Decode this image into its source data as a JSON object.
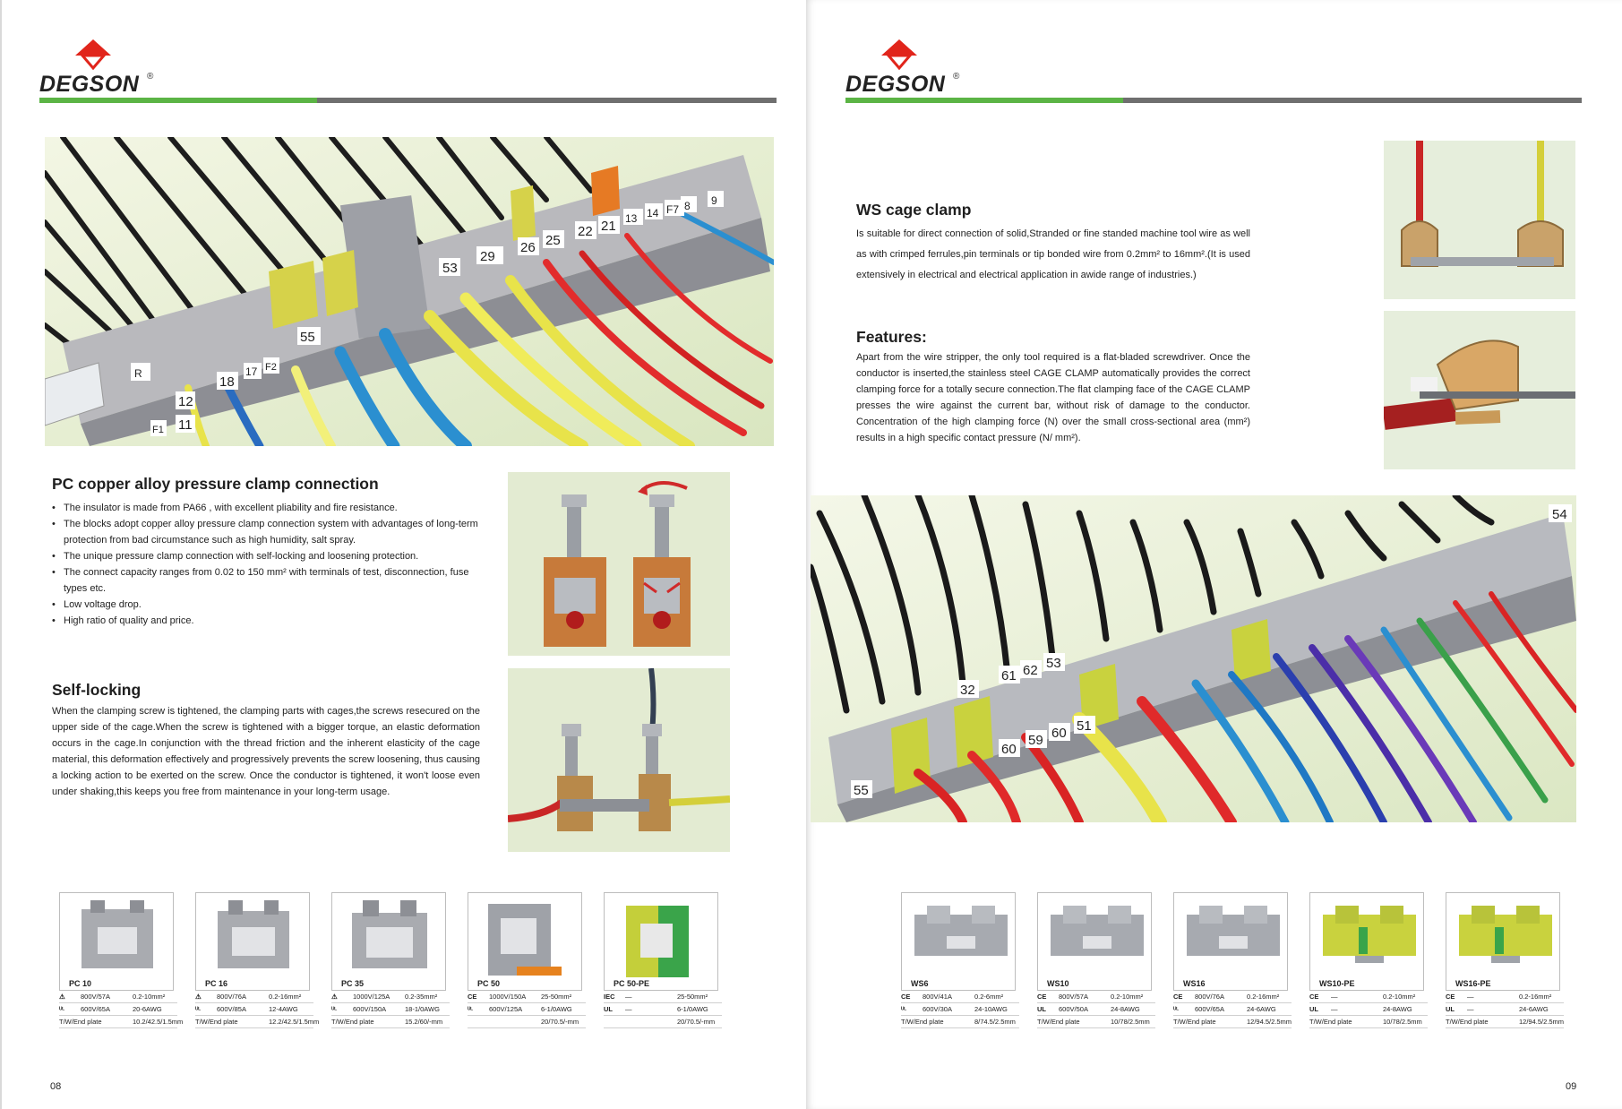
{
  "brand": {
    "name": "DEGSON",
    "reg": "®",
    "logo_red": "#e1251b"
  },
  "colors": {
    "green": "#5bb445",
    "gray": "#6f6f6f"
  },
  "left": {
    "pc_section": {
      "title": "PC copper alloy pressure clamp connection",
      "bullets": [
        "The insulator is made from PA66 , with excellent pliability and fire resistance.",
        "The blocks adopt copper alloy pressure clamp connection system with advantages of long-term protection from bad circumstance such as high humidity, salt spray.",
        "The unique pressure clamp connection with self-locking and loosening protection.",
        "The connect capacity ranges from 0.02 to 150 mm² with terminals of test, disconnection, fuse types etc.",
        "Low voltage drop.",
        "High ratio of quality and price."
      ]
    },
    "self_locking": {
      "title": "Self-locking",
      "text": "When the clamping screw is tightened, the clamping parts with cages,the screws resecured on the upper side of the cage.When the screw is tightened with a bigger torque, an elastic deformation occurs in the cage.In conjunction with the thread friction and the inherent elasticity of the cage material, this deformation effectively and progressively prevents the screw loosening, thus causing a locking action to be exerted on the screw. Once the conductor is tightened, it won't loose even under shaking,this keeps you free from maintenance in your long-term usage."
    },
    "photo_labels": [
      "53",
      "29",
      "26",
      "25",
      "22",
      "21",
      "13",
      "14",
      "F7",
      "8",
      "9",
      "55",
      "18",
      "17",
      "F2",
      "12",
      "11",
      "F1",
      "R"
    ],
    "products": [
      {
        "name": "PC 10",
        "specs": [
          [
            "",
            "800V/57A",
            "0.2-10mm²"
          ],
          [
            "",
            "600V/65A",
            "20-6AWG"
          ],
          [
            "T/W/End plate",
            "",
            "10.2/42.5/1.5mm"
          ]
        ]
      },
      {
        "name": "PC 16",
        "specs": [
          [
            "",
            "800V/76A",
            "0.2-16mm²"
          ],
          [
            "",
            "600V/85A",
            "12-4AWG"
          ],
          [
            "T/W/End plate",
            "",
            "12.2/42.5/1.5mm"
          ]
        ]
      },
      {
        "name": "PC 35",
        "specs": [
          [
            "",
            "1000V/125A",
            "0.2-35mm²"
          ],
          [
            "",
            "600V/150A",
            "18-1/0AWG"
          ],
          [
            "T/W/End plate",
            "",
            "15.2/60/-mm"
          ]
        ]
      },
      {
        "name": "PC 50",
        "specs": [
          [
            "CE",
            "1000V/150A",
            "25-50mm²"
          ],
          [
            "",
            "600V/125A",
            "6-1/0AWG"
          ],
          [
            "",
            "",
            "20/70.5/-mm"
          ]
        ]
      },
      {
        "name": "PC 50-PE",
        "specs": [
          [
            "IEC",
            "—",
            "25-50mm²"
          ],
          [
            "UL",
            "—",
            "6-1/0AWG"
          ],
          [
            "",
            "",
            "20/70.5/-mm"
          ]
        ]
      }
    ],
    "page_number": "08"
  },
  "right": {
    "ws_section": {
      "title": "WS cage clamp",
      "text": "Is suitable for direct connection of solid,Stranded or fine standed machine tool wire as well as with crimped ferrules,pin terminals or tip bonded wire from 0.2mm² to 16mm².(It is used extensively in electrical and electrical application in awide range of industries.)"
    },
    "features": {
      "title": "Features:",
      "text": "Apart from the wire stripper, the only tool required is a flat-bladed screwdriver. Once the conductor is inserted,the stainless steel CAGE CLAMP automatically provides the correct clamping force for a totally secure connection.The flat clamping face of the CAGE CLAMP presses the wire against the current bar, without risk of damage to the conductor. Concentration of the high clamping force (N) over the small cross-sectional area (mm²) results in a high specific contact pressure (N/ mm²)."
    },
    "photo_labels": [
      "55",
      "32",
      "61",
      "62",
      "53",
      "60",
      "59",
      "60",
      "51",
      "54"
    ],
    "products": [
      {
        "name": "WS6",
        "specs": [
          [
            "CE",
            "800V/41A",
            "0.2-6mm²"
          ],
          [
            "",
            "600V/30A",
            "24-10AWG"
          ],
          [
            "T/W/End plate",
            "",
            "8/74.5/2.5mm"
          ]
        ]
      },
      {
        "name": "WS10",
        "specs": [
          [
            "CE",
            "800V/57A",
            "0.2-10mm²"
          ],
          [
            "UL",
            "600V/50A",
            "24-8AWG"
          ],
          [
            "T/W/End plate",
            "",
            "10/78/2.5mm"
          ]
        ]
      },
      {
        "name": "WS16",
        "specs": [
          [
            "CE",
            "800V/76A",
            "0.2-16mm²"
          ],
          [
            "",
            "600V/65A",
            "24-6AWG"
          ],
          [
            "T/W/End plate",
            "",
            "12/94.5/2.5mm"
          ]
        ]
      },
      {
        "name": "WS10-PE",
        "specs": [
          [
            "CE",
            "—",
            "0.2-10mm²"
          ],
          [
            "UL",
            "—",
            "24-8AWG"
          ],
          [
            "T/W/End plate",
            "",
            "10/78/2.5mm"
          ]
        ]
      },
      {
        "name": "WS16-PE",
        "specs": [
          [
            "CE",
            "—",
            "0.2-16mm²"
          ],
          [
            "UL",
            "—",
            "24-6AWG"
          ],
          [
            "T/W/End plate",
            "",
            "12/94.5/2.5mm"
          ]
        ]
      }
    ],
    "page_number": "09"
  }
}
